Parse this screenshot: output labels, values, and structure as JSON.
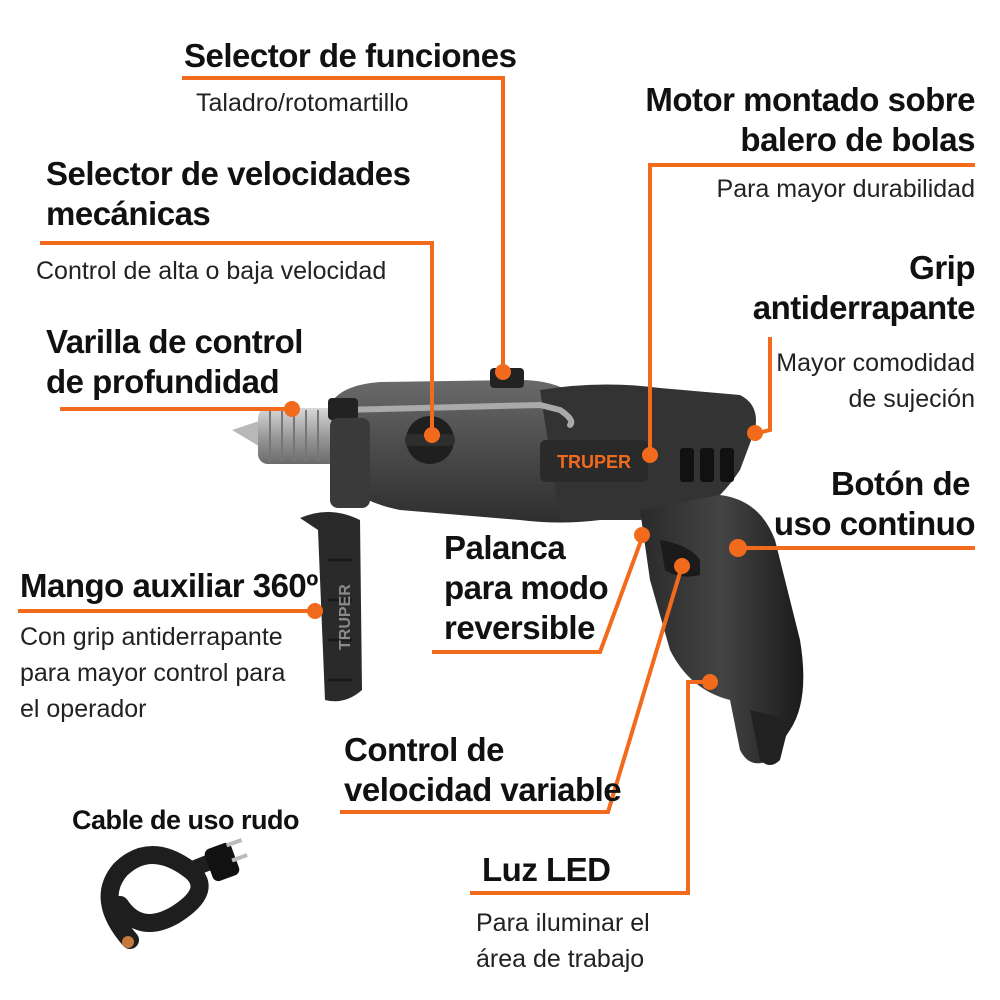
{
  "accent_color": "#f26b1d",
  "callouts": {
    "selector_funciones": {
      "title": "Selector de funciones",
      "subtitle": "Taladro/rotomartillo"
    },
    "motor": {
      "title_line1": "Motor montado sobre",
      "title_line2": "balero de bolas",
      "subtitle": "Para mayor durabilidad"
    },
    "selector_velocidades": {
      "title_line1": "Selector de velocidades",
      "title_line2": "mecánicas",
      "subtitle": "Control de alta o baja velocidad"
    },
    "grip": {
      "title_line1": "Grip",
      "title_line2": "antiderrapante",
      "subtitle_line1": "Mayor comodidad",
      "subtitle_line2": "de sujeción"
    },
    "varilla": {
      "title_line1": "Varilla de control",
      "title_line2": "de profundidad"
    },
    "boton": {
      "title_line1": "Botón de",
      "title_line2": "uso continuo"
    },
    "palanca": {
      "title_line1": "Palanca",
      "title_line2": "para modo",
      "title_line3": "reversible"
    },
    "mango": {
      "title": "Mango auxiliar 360º",
      "subtitle_line1": "Con grip antiderrapante",
      "subtitle_line2": "para mayor control para",
      "subtitle_line3": "el operador"
    },
    "control_velocidad": {
      "title_line1": "Control de",
      "title_line2": "velocidad variable"
    },
    "cable": {
      "title": "Cable de uso rudo"
    },
    "luz": {
      "title": "Luz LED",
      "subtitle_line1": "Para iluminar el",
      "subtitle_line2": "área de trabajo"
    }
  },
  "product": {
    "brand": "TRUPER",
    "handle_brand": "TRUPER"
  }
}
